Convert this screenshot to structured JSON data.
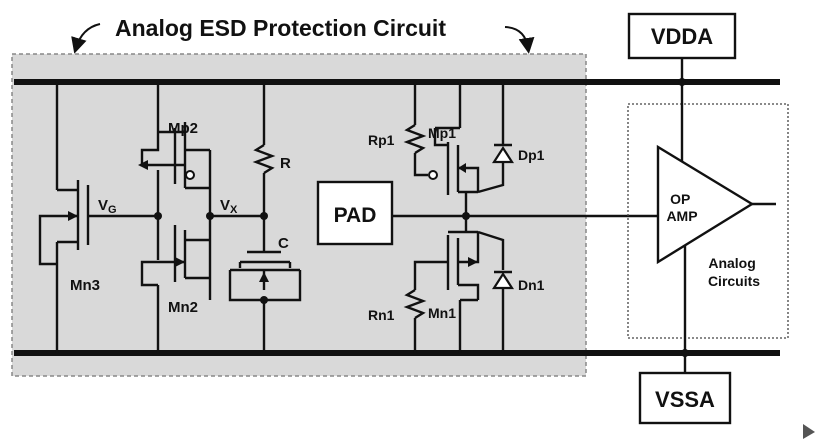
{
  "title": "Analog ESD Protection Circuit",
  "labels": {
    "vdda": "VDDA",
    "vssa": "VSSA",
    "pad": "PAD",
    "op_amp_line1": "OP",
    "op_amp_line2": "AMP",
    "analog_circuits_line1": "Analog",
    "analog_circuits_line2": "Circuits",
    "mp2": "Mp2",
    "mn2": "Mn2",
    "mn3": "Mn3",
    "vg_main": "V",
    "vg_sub": "G",
    "vx_main": "V",
    "vx_sub": "X",
    "r": "R",
    "c": "C",
    "rp1": "Rp1",
    "mp1": "Mp1",
    "dp1": "Dp1",
    "rn1": "Rn1",
    "mn1": "Mn1",
    "dn1": "Dn1"
  },
  "colors": {
    "esd_region_fill": "#d9d9d9",
    "line": "#111111"
  },
  "icons": [
    "cursor-arrow-icon"
  ]
}
